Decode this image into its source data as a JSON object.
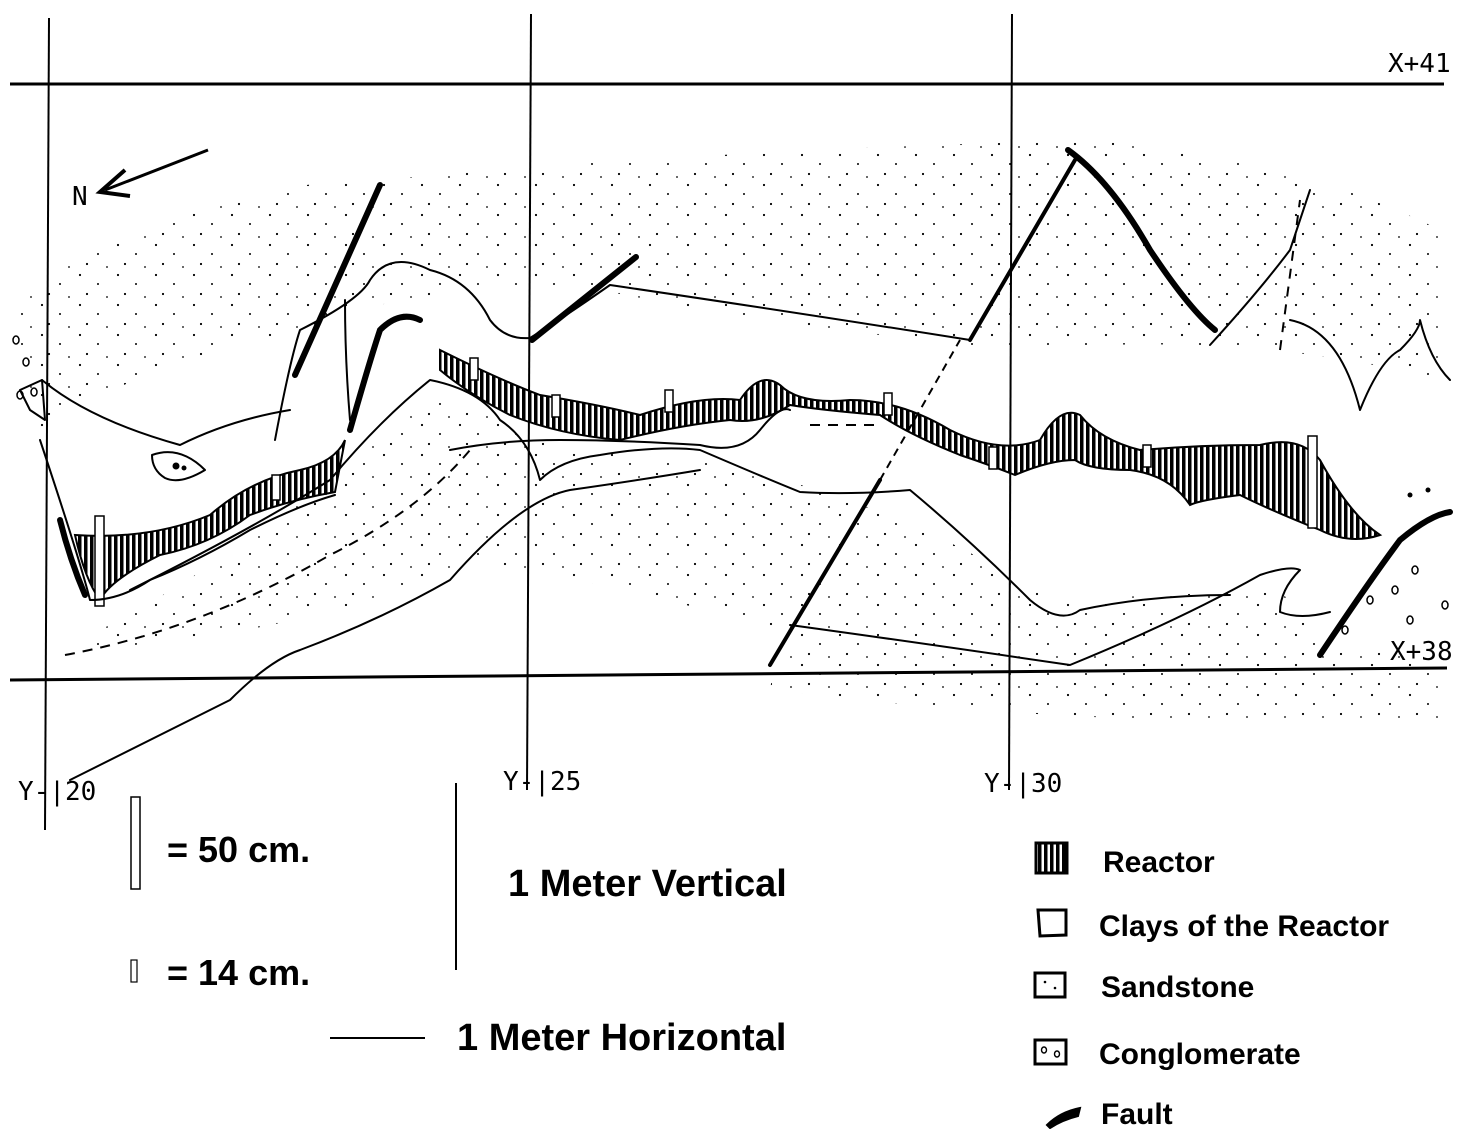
{
  "grid": {
    "x_top_label": "X+41",
    "x_bottom_label": "X+38",
    "y_labels": [
      "Y-|20",
      "Y-|25",
      "Y-|30"
    ]
  },
  "north_label": "N",
  "scale": {
    "thick_bar_label": "= 50 cm.",
    "thin_bar_label": "= 14 cm.",
    "vertical_label": "1 Meter Vertical",
    "horizontal_label": "1 Meter Horizontal"
  },
  "legend": {
    "items": [
      {
        "icon": "reactor-icon",
        "label": "Reactor"
      },
      {
        "icon": "clay-icon",
        "label": "Clays of the Reactor"
      },
      {
        "icon": "sandstone-icon",
        "label": "Sandstone"
      },
      {
        "icon": "conglomerate-icon",
        "label": "Conglomerate"
      },
      {
        "icon": "fault-icon",
        "label": "Fault"
      }
    ]
  }
}
